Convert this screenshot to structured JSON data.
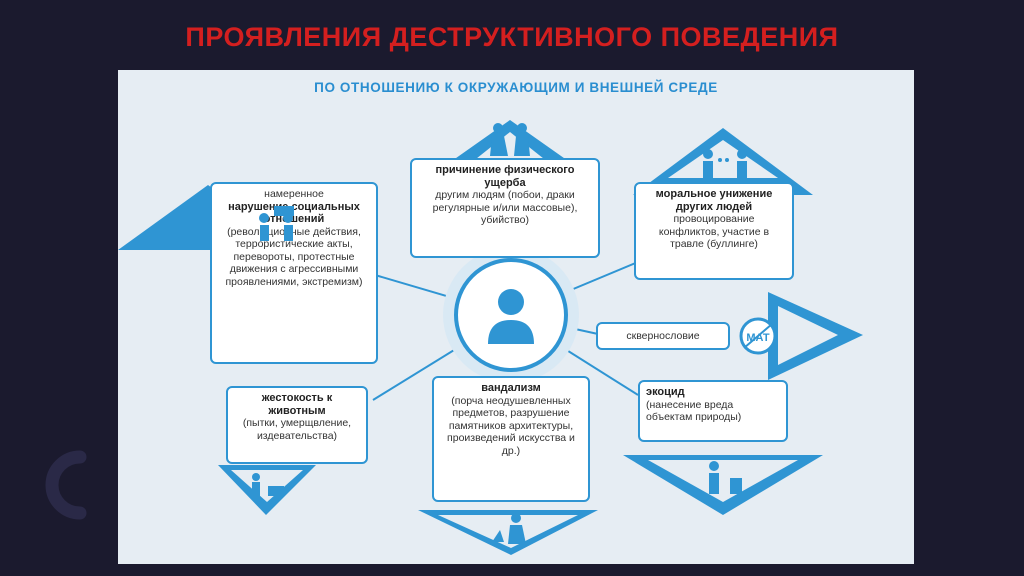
{
  "slide": {
    "title": "ПРОЯВЛЕНИЯ ДЕСТРУКТИВНОГО ПОВЕДЕНИЯ"
  },
  "panel": {
    "heading": "ПО ОТНОШЕНИЮ К ОКРУЖАЮЩИМ И ВНЕШНЕЙ СРЕДЕ",
    "center_icon": "person-icon",
    "accent_color": "#2f95d3",
    "items": [
      {
        "id": "social",
        "pre": "намеренное",
        "title": "нарушение социальных отношений",
        "desc": "(революционные действия, террористические акты, перевороты, протестные движения с агрессивными проявлениями, экстремизм)",
        "icon": "protest-icon"
      },
      {
        "id": "physical",
        "title": "причинение физического ущерба",
        "desc": "другим людям (побои, драки регулярные и/или массовые), убийство)",
        "icon": "fight-icon"
      },
      {
        "id": "moral",
        "title": "моральное унижение других людей",
        "desc": "провоцирование конфликтов, участие в травле (буллинге)",
        "icon": "bullying-icon"
      },
      {
        "id": "swearing",
        "title": "",
        "desc": "сквернословие",
        "icon": "mat-icon",
        "icon_label": "МАТ"
      },
      {
        "id": "cruelty",
        "title": "жестокость к животным",
        "desc": "(пытки, умерщвление, издевательства)",
        "icon": "animal-cruelty-icon"
      },
      {
        "id": "vandalism",
        "title": "вандализм",
        "desc": "(порча неодушевленных предметов, разрушение памятников архитектуры, произведений искусства и др.)",
        "icon": "vandalism-icon"
      },
      {
        "id": "ecocide",
        "title": "экоцид",
        "desc": "(нанесение вреда объектам природы)",
        "icon": "littering-icon"
      }
    ]
  }
}
